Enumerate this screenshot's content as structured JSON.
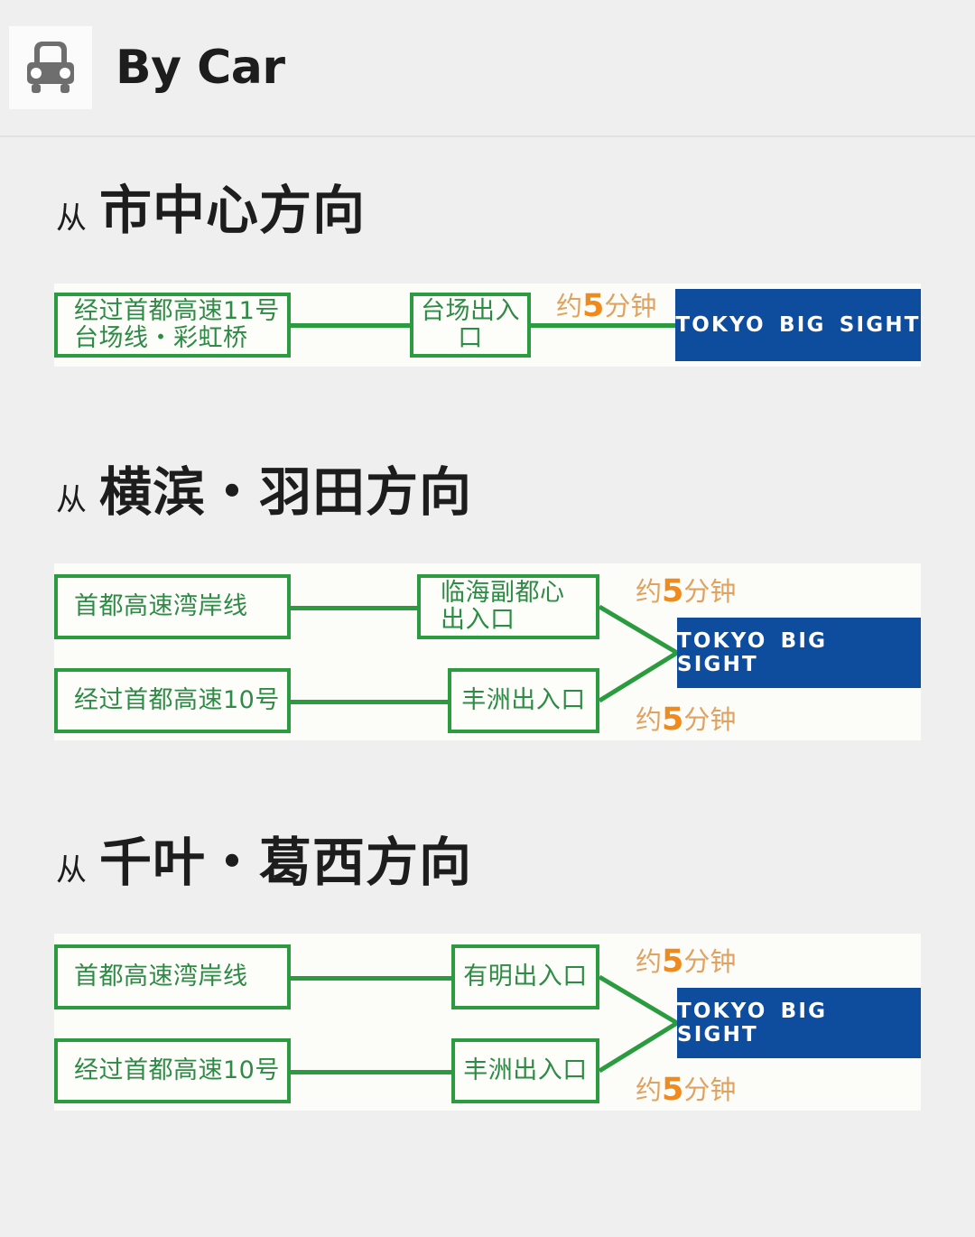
{
  "header": {
    "icon": "car-front-icon",
    "title": "By Car"
  },
  "colors": {
    "page_background": "#efefef",
    "diagram_background": "#fcfcf8",
    "green": "#2b9b40",
    "green_text": "#2e8b45",
    "logo_blue": "#0e4d9d",
    "orange_light": "#e0a25e",
    "orange_number": "#ef8a1c",
    "heading_text": "#1d1d1d"
  },
  "logo_label": "TOKYO BIG SIGHT",
  "sections": [
    {
      "from_word": "从",
      "heading": "市中心方向",
      "type": "single",
      "route": {
        "box1": "经过首都高速11号\n台场线・彩虹桥",
        "box2": "台场出入口",
        "time_prefix": "约",
        "time_number": "5",
        "time_suffix": "分钟"
      }
    },
    {
      "from_word": "从",
      "heading": "横滨・羽田方向",
      "type": "dual",
      "routes": [
        {
          "box1": "首都高速湾岸线",
          "box2": "临海副都心\n出入口",
          "time_prefix": "约",
          "time_number": "5",
          "time_suffix": "分钟"
        },
        {
          "box1": "经过首都高速10号",
          "box2": "丰洲出入口",
          "time_prefix": "约",
          "time_number": "5",
          "time_suffix": "分钟"
        }
      ]
    },
    {
      "from_word": "从",
      "heading": "千叶・葛西方向",
      "type": "dual",
      "routes": [
        {
          "box1": "首都高速湾岸线",
          "box2": "有明出入口",
          "time_prefix": "约",
          "time_number": "5",
          "time_suffix": "分钟"
        },
        {
          "box1": "经过首都高速10号",
          "box2": "丰洲出入口",
          "time_prefix": "约",
          "time_number": "5",
          "time_suffix": "分钟"
        }
      ]
    }
  ]
}
